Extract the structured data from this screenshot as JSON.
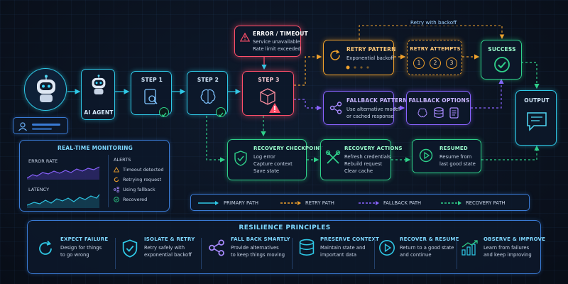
{
  "error_box": {
    "title": "ERROR / TIMEOUT",
    "line1": "Service unavailable",
    "line2": "Rate limit exceeded"
  },
  "agent": {
    "label": "AI AGENT"
  },
  "steps": [
    {
      "label": "STEP 1"
    },
    {
      "label": "STEP 2"
    },
    {
      "label": "STEP 3"
    }
  ],
  "retry_backoff": {
    "label": "Retry with backoff"
  },
  "retry_pattern": {
    "title": "RETRY PATTERN",
    "desc": "Exponential backoff"
  },
  "retry_attempts": {
    "title": "RETRY ATTEMPTS",
    "items": [
      "1",
      "2",
      "3"
    ]
  },
  "success": {
    "label": "SUCCESS"
  },
  "fallback_pattern": {
    "title": "FALLBACK PATTERN",
    "line1": "Use alternative model",
    "line2": "or cached response"
  },
  "fallback_options": {
    "title": "FALLBACK OPTIONS"
  },
  "output": {
    "label": "OUTPUT"
  },
  "recovery_checkpoint": {
    "title": "RECOVERY CHECKPOINT",
    "items": [
      "Log error",
      "Capture context",
      "Save state"
    ]
  },
  "recovery_actions": {
    "title": "RECOVERY ACTIONS",
    "items": [
      "Refresh credentials",
      "Rebuild request",
      "Clear cache"
    ]
  },
  "resumed": {
    "title": "RESUMED",
    "line1": "Resume from",
    "line2": "last good state"
  },
  "monitoring": {
    "title": "REAL-TIME MONITORING",
    "error_rate": "ERROR RATE",
    "latency": "LATENCY",
    "alerts_title": "ALERTS",
    "alerts": [
      "Timeout detected",
      "Retrying request",
      "Using fallback",
      "Recovered"
    ]
  },
  "legend": {
    "primary": "PRIMARY PATH",
    "retry": "RETRY PATH",
    "fallback": "FALLBACK PATH",
    "recovery": "RECOVERY PATH"
  },
  "principles": {
    "title": "RESILIENCE PRINCIPLES",
    "items": [
      {
        "title": "EXPECT FAILURE",
        "line1": "Design for things",
        "line2": "to go wrong"
      },
      {
        "title": "ISOLATE & RETRY",
        "line1": "Retry safely with",
        "line2": "exponential backoff"
      },
      {
        "title": "FALL BACK SMARTLY",
        "line1": "Provide alternatives",
        "line2": "to keep things moving"
      },
      {
        "title": "PRESERVE CONTEXT",
        "line1": "Maintain state and",
        "line2": "important data"
      },
      {
        "title": "RECOVER & RESUME",
        "line1": "Return to a good state",
        "line2": "and continue"
      },
      {
        "title": "OBSERVE & IMPROVE",
        "line1": "Learn from failures",
        "line2": "and keep improving"
      }
    ]
  },
  "colors": {
    "primary": "#2fc8e6",
    "retry": "#f0a12c",
    "fallback": "#8a63ff",
    "recovery": "#2fd08a",
    "error": "#ff4f6a"
  }
}
